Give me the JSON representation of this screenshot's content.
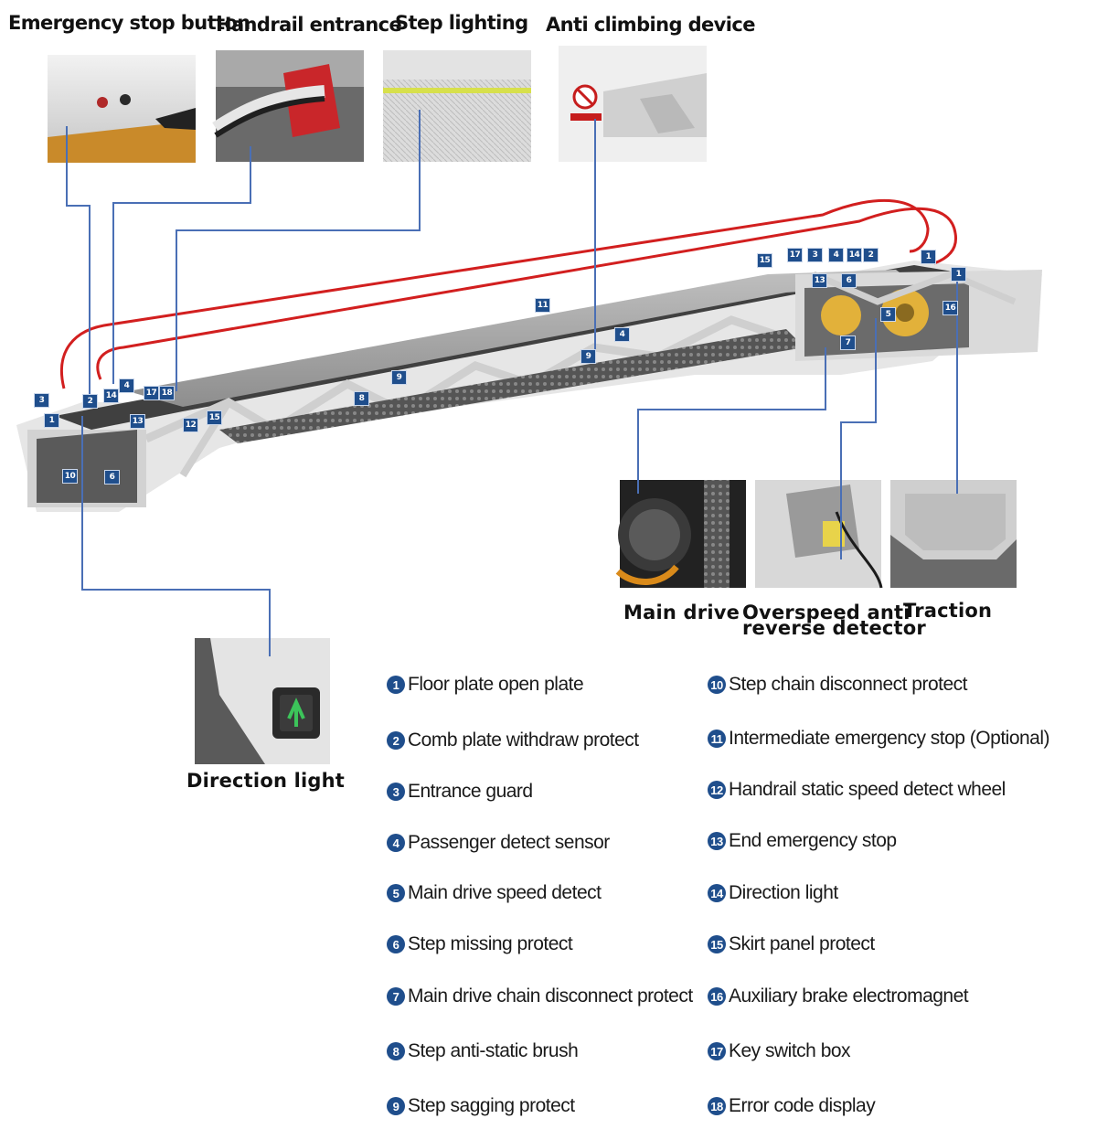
{
  "top_labels": {
    "emergency_stop": "Emergency stop button",
    "handrail_entrance": "Handrail entrance",
    "step_lighting": "Step lighting",
    "anti_climbing": "Anti climbing device"
  },
  "photo_labels": {
    "main_drive": "Main drive",
    "overspeed_line1": "Overspeed anti",
    "overspeed_line2": "reverse detector",
    "traction": "Traction",
    "direction_light": "Direction light"
  },
  "markers": [
    "3",
    "2",
    "1",
    "14",
    "4",
    "17",
    "18",
    "13",
    "12",
    "15",
    "10",
    "6",
    "8",
    "9",
    "11",
    "9",
    "4",
    "15",
    "17",
    "3",
    "4",
    "14",
    "2",
    "13",
    "6",
    "7",
    "5",
    "16",
    "1",
    "1"
  ],
  "legend_left": [
    {
      "num": "1",
      "text": "Floor plate open plate"
    },
    {
      "num": "2",
      "text": "Comb plate withdraw protect"
    },
    {
      "num": "3",
      "text": "Entrance guard"
    },
    {
      "num": "4",
      "text": "Passenger detect sensor"
    },
    {
      "num": "5",
      "text": "Main drive speed detect"
    },
    {
      "num": "6",
      "text": "Step missing protect"
    },
    {
      "num": "7",
      "text": "Main drive chain disconnect protect"
    },
    {
      "num": "8",
      "text": "Step anti-static brush"
    },
    {
      "num": "9",
      "text": "Step sagging protect"
    }
  ],
  "legend_right": [
    {
      "num": "10",
      "text": "Step chain disconnect protect"
    },
    {
      "num": "11",
      "text": "Intermediate emergency stop (Optional)"
    },
    {
      "num": "12",
      "text": "Handrail static speed detect wheel"
    },
    {
      "num": "13",
      "text": "End emergency stop"
    },
    {
      "num": "14",
      "text": "Direction light"
    },
    {
      "num": "15",
      "text": "Skirt panel protect"
    },
    {
      "num": "16",
      "text": "Auxiliary brake electromagnet"
    },
    {
      "num": "17",
      "text": "Key switch box"
    },
    {
      "num": "18",
      "text": "Error code display"
    }
  ],
  "colors": {
    "marker": "#1f4e8c",
    "handrail": "#d21f1f",
    "leader": "#4a6fb5",
    "frame": "#d9d9d9"
  }
}
